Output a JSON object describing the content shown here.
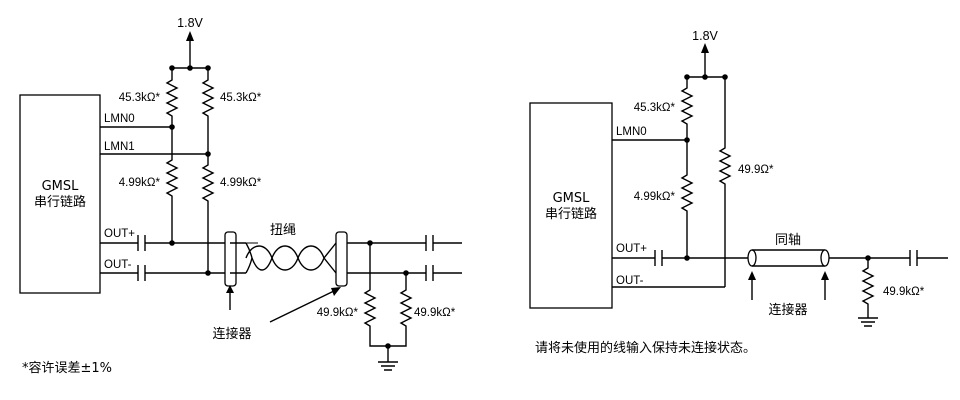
{
  "left": {
    "supply": "1.8V",
    "chip_line1": "GMSL",
    "chip_line2": "串行链路",
    "pin_lmn0": "LMN0",
    "pin_lmn1": "LMN1",
    "pin_outp": "OUT+",
    "pin_outn": "OUT-",
    "r_top_left": "45.3kΩ*",
    "r_top_right": "45.3kΩ*",
    "r_mid_left": "4.99kΩ*",
    "r_mid_right": "4.99kΩ*",
    "r_term_left": "49.9kΩ*",
    "r_term_right": "49.9kΩ*",
    "cable_label": "扭绳",
    "connector_label": "连接器",
    "footnote": "*容许误差±1%"
  },
  "right": {
    "supply": "1.8V",
    "chip_line1": "GMSL",
    "chip_line2": "串行链路",
    "pin_lmn0": "LMN0",
    "pin_outp": "OUT+",
    "pin_outn": "OUT-",
    "r_top": "45.3kΩ*",
    "r_mid": "4.99kΩ*",
    "r_side": "49.9Ω*",
    "r_term": "49.9kΩ*",
    "cable_label": "同轴",
    "connector_label": "连接器",
    "note": "请将未使用的线输入保持未连接状态。"
  }
}
